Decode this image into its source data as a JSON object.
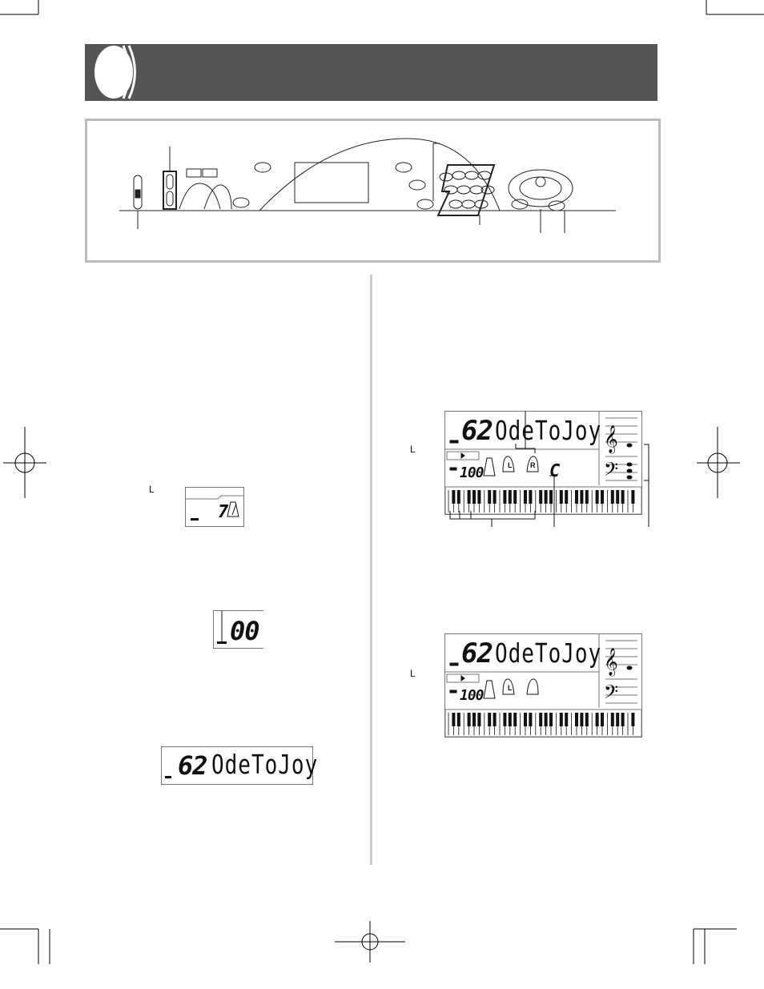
{
  "lcd_main": {
    "number": "62",
    "song": "OdeToJoy",
    "tempo": "100",
    "hand_left": "L",
    "hand_right": "R",
    "finger": "C"
  },
  "lcd_second": {
    "number": "62",
    "song": "OdeToJoy",
    "tempo": "100",
    "hand_left": "L"
  },
  "lcd_metronome": {
    "value": "7"
  },
  "lcd_zero": {
    "value": "00"
  },
  "lcd_song": {
    "number": "62",
    "song": "OdeToJoy"
  },
  "labels": {
    "mark1": "L",
    "mark2": "L",
    "mark3": "L"
  }
}
